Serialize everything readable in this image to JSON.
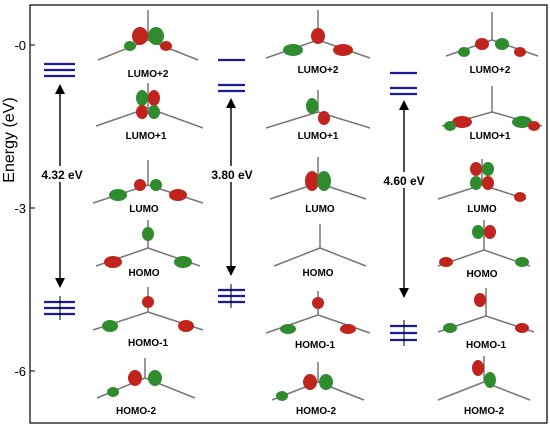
{
  "y_axis": {
    "label": "Energy (eV)",
    "ticks": [
      "-0",
      "-3",
      "-6"
    ]
  },
  "columns": [
    {
      "gap_label": "4.32 eV",
      "orbital_labels": [
        "LUMO+2",
        "LUMO+1",
        "LUMO",
        "HOMO",
        "HOMO-1",
        "HOMO-2"
      ]
    },
    {
      "gap_label": "3.80 eV",
      "orbital_labels": [
        "LUMO+2",
        "LUMO+1",
        "LUMO",
        "HOMO",
        "HOMO-1",
        "HOMO-2"
      ]
    },
    {
      "gap_label": "4.60 eV",
      "orbital_labels": [
        "LUMO+2",
        "LUMO+1",
        "LUMO",
        "HOMO",
        "HOMO-1",
        "HOMO-2"
      ]
    }
  ],
  "colors": {
    "level_line": "#1a1a9c",
    "lobe_red": "#c0241c",
    "lobe_green": "#2e8b2e",
    "frame": "#000000"
  }
}
